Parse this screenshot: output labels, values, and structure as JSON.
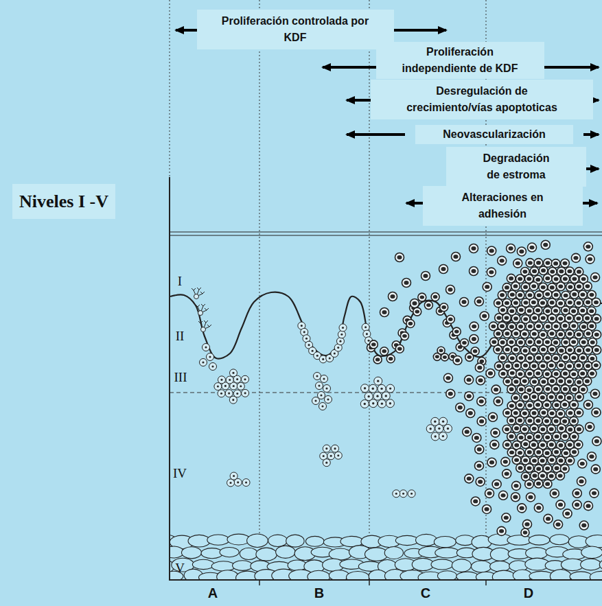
{
  "diagram": {
    "labels": [
      "Proliferación controlada por KDF",
      "Proliferación independiente de KDF",
      "Desregulación de crecimiento/vías apoptoticas",
      "Neovascularización",
      "Degradación de estroma",
      "Alteraciones en adhesión",
      "Niveles I -V",
      "I",
      "II",
      "III",
      "IV",
      "V",
      "A",
      "B",
      "C",
      "D"
    ]
  }
}
